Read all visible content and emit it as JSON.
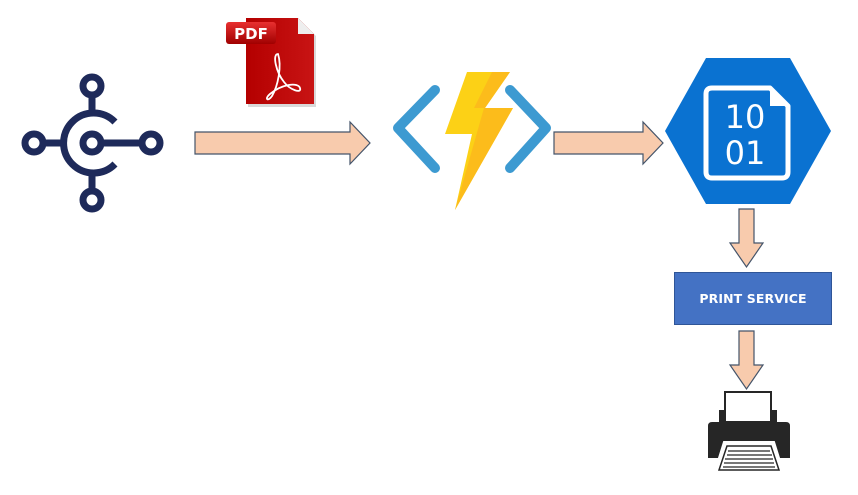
{
  "diagram": {
    "title": "",
    "nodes": [
      {
        "id": "business-central",
        "icon": "business-central-hub-icon",
        "color": "#1e2a5a"
      },
      {
        "id": "pdf-document",
        "icon": "pdf-file-icon",
        "label": "PDF",
        "color": "#c00000"
      },
      {
        "id": "azure-function",
        "icon": "azure-function-icon",
        "bracket_color": "#3d9ad1",
        "bolt_color": "#fcd116"
      },
      {
        "id": "blob-storage",
        "icon": "blob-binary-icon",
        "line1": "10",
        "line2": "01",
        "color": "#0a72d1"
      },
      {
        "id": "print-service",
        "label": "PRINT SERVICE",
        "color": "#4472c4"
      },
      {
        "id": "printer",
        "icon": "printer-icon",
        "color": "#262626"
      }
    ],
    "edges": [
      {
        "from": "business-central",
        "to": "azure-function",
        "direction": "right",
        "carries": "pdf-document"
      },
      {
        "from": "azure-function",
        "to": "blob-storage",
        "direction": "right"
      },
      {
        "from": "blob-storage",
        "to": "print-service",
        "direction": "down"
      },
      {
        "from": "print-service",
        "to": "printer",
        "direction": "down"
      }
    ],
    "arrow_fill": "#f8cbad",
    "arrow_stroke": "#44546a"
  }
}
